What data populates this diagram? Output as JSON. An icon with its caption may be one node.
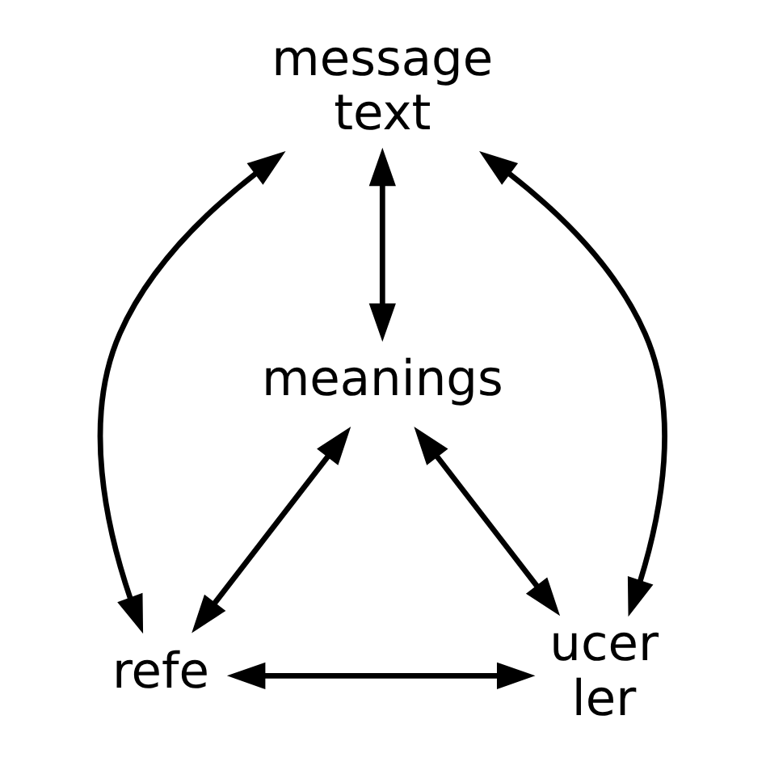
{
  "diagram": {
    "nodes": [
      {
        "text": [
          "message text"
        ]
      },
      {
        "text": [
          "meanings"
        ]
      },
      {
        "text": [
          "ucer ler"
        ]
      },
      {
        "text": [
          "refe"
        ]
      }
    ],
    "edges": [
      {
        "from": 0,
        "to": 2,
        "arrow": "both"
      },
      {
        "from": 0,
        "to": 3,
        "arrow": "both"
      },
      {
        "from": 0,
        "to": 1,
        "arrow": "both"
      },
      {
        "from": 2,
        "to": 1,
        "arrow": "both"
      },
      {
        "from": 1,
        "to": 3,
        "arrow": "both"
      },
      {
        "from": 2,
        "to": 3,
        "arrow": "both"
      }
    ]
  }
}
